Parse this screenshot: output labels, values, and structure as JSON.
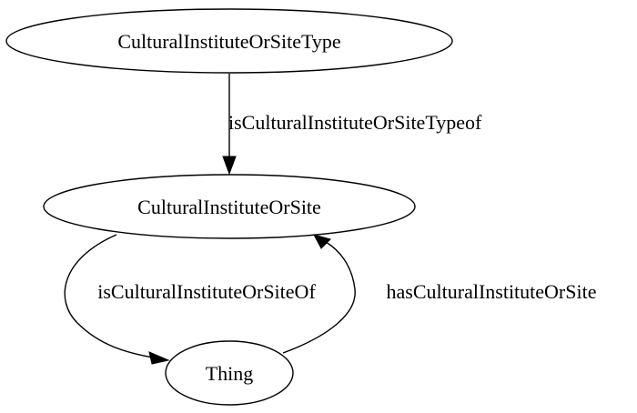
{
  "nodes": {
    "site_type": "CulturalInstituteOrSiteType",
    "site": "CulturalInstituteOrSite",
    "thing": "Thing"
  },
  "edges": {
    "type_of": "isCulturalInstituteOrSiteTypeof",
    "site_of": "isCulturalInstituteOrSiteOf",
    "has_site": "hasCulturalInstituteOrSite"
  }
}
